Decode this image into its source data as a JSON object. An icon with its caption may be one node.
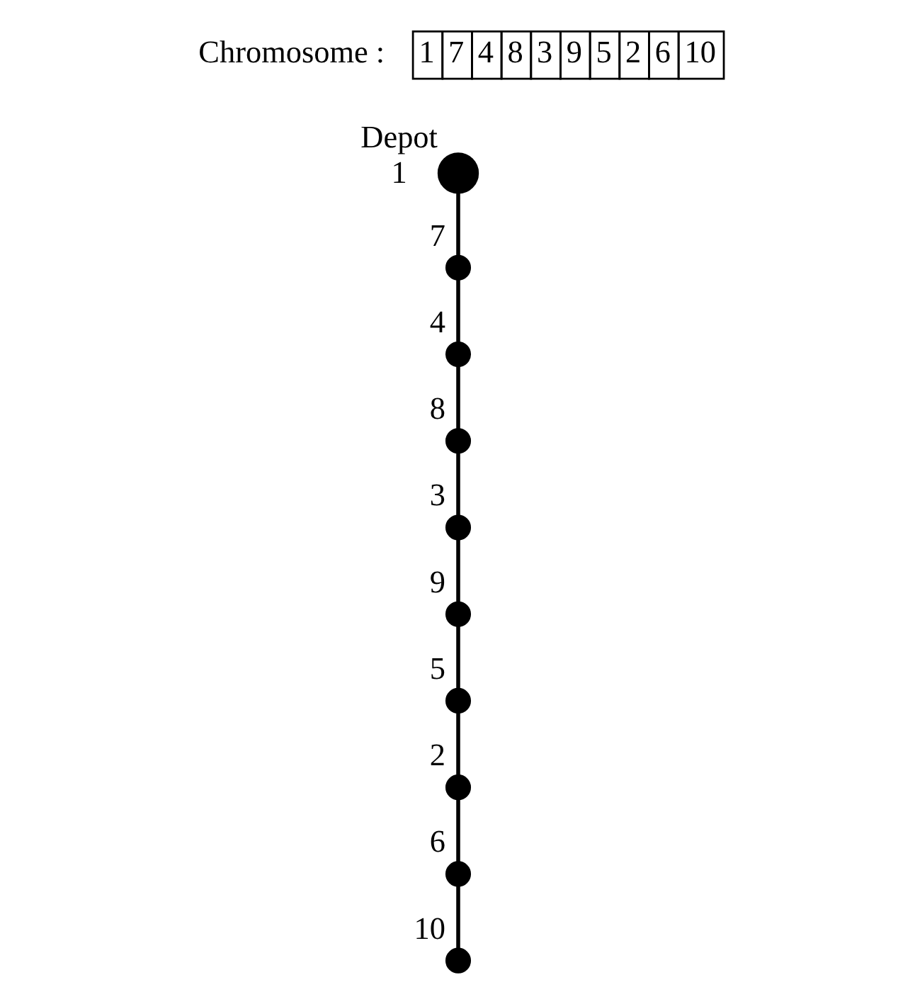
{
  "diagram": {
    "nodes": [
      {
        "text": [],
        "shape": "circle",
        "beside": [
          "Depot",
          "1"
        ]
      },
      {
        "text": [],
        "shape": "circle",
        "beside": [
          "10"
        ]
      },
      {
        "text": [],
        "shape": "circle",
        "beside": [
          "7"
        ]
      },
      {
        "text": [],
        "shape": "circle",
        "beside": [
          "6"
        ]
      },
      {
        "text": [],
        "shape": "circle",
        "beside": [
          "4"
        ]
      },
      {
        "text": [],
        "shape": "circle",
        "beside": [
          "5"
        ]
      },
      {
        "text": [],
        "shape": "circle",
        "beside": [
          "2"
        ]
      },
      {
        "text": [],
        "shape": "circle",
        "beside": [
          "8"
        ]
      },
      {
        "text": [],
        "shape": "circle",
        "beside": [
          "9"
        ]
      },
      {
        "text": [],
        "shape": "circle",
        "beside": [
          "3"
        ]
      }
    ],
    "edges": [
      {
        "from": 0,
        "to": 2,
        "arrow": "none"
      },
      {
        "from": 2,
        "to": 4,
        "arrow": "none"
      },
      {
        "from": 4,
        "to": 7,
        "arrow": "none"
      },
      {
        "from": 7,
        "to": 9,
        "arrow": "none"
      },
      {
        "from": 9,
        "to": 8,
        "arrow": "none"
      },
      {
        "from": 8,
        "to": 5,
        "arrow": "none"
      },
      {
        "from": 5,
        "to": 6,
        "arrow": "none"
      },
      {
        "from": 6,
        "to": 3,
        "arrow": "none"
      },
      {
        "from": 3,
        "to": 1,
        "arrow": "none"
      }
    ],
    "labels": [
      "Chromosome :",
      "1",
      "7",
      "4",
      "8",
      "3",
      "9",
      "5",
      "2",
      "6",
      "10"
    ]
  }
}
